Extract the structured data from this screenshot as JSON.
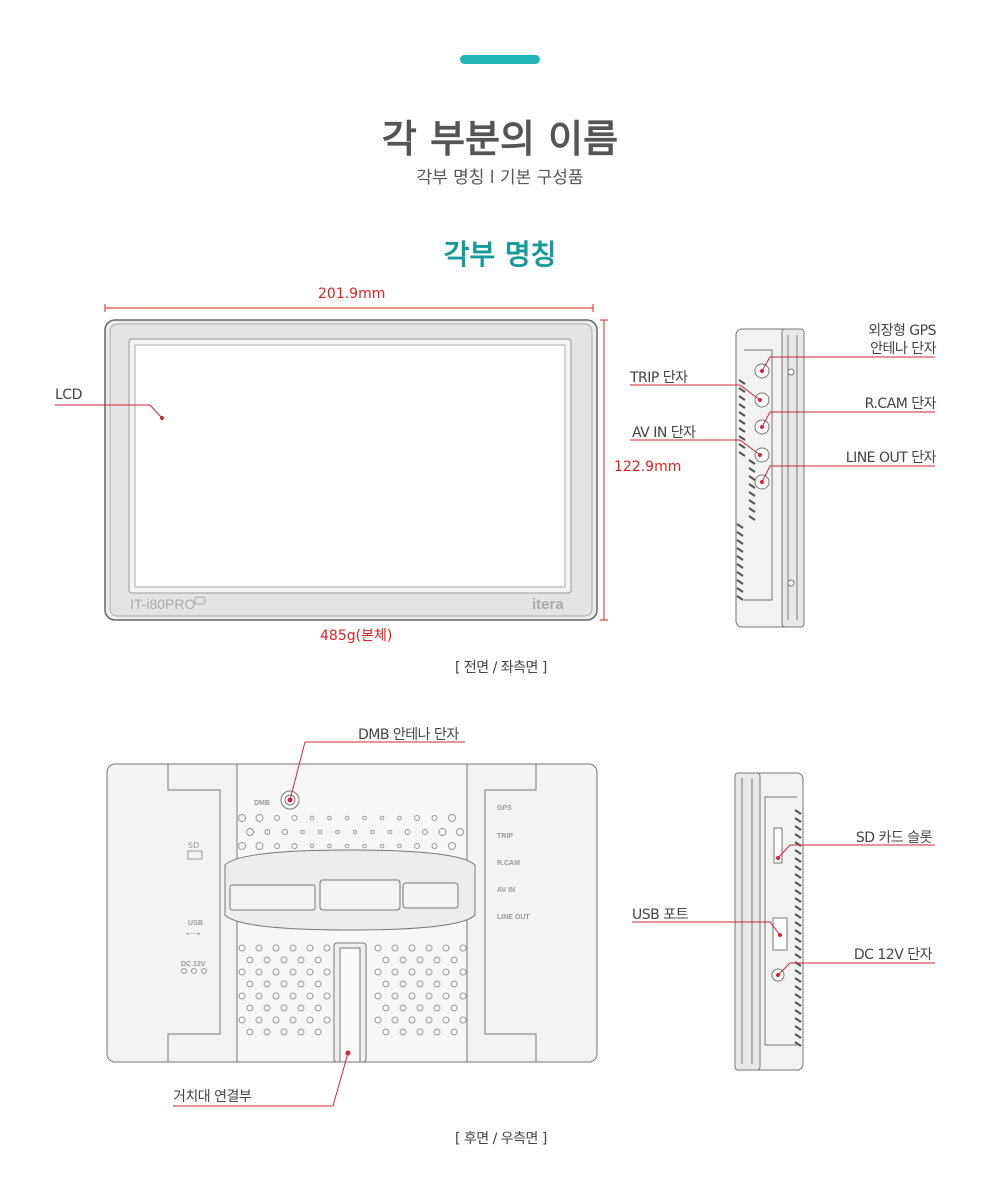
{
  "header": {
    "title": "각 부분의 이름",
    "subtitle": "각부 명칭 l 기본 구성품",
    "section_title": "각부 명칭",
    "accent_color": "#1fb5b5",
    "section_color": "#179a9a"
  },
  "front": {
    "width_dim": "201.9mm",
    "height_dim": "122.9mm",
    "weight": "485g(본체)",
    "model_logo": "IT-i80PRO",
    "brand_logo": "itera",
    "lcd_label": "LCD",
    "caption": "[ 전면 / 좌측면 ]"
  },
  "left_side": {
    "gps_label_1": "외장형 GPS",
    "gps_label_2": "안테나 단자",
    "trip_label": "TRIP 단자",
    "rcam_label": "R.CAM 단자",
    "avin_label": "AV IN 단자",
    "lineout_label": "LINE OUT 단자"
  },
  "back": {
    "dmb_label": "DMB 안테나 단자",
    "stand_label": "거치대 연결부",
    "caption": "[ 후면 / 우측면 ]",
    "printed": {
      "dmb": "DMB",
      "gps": "GPS",
      "trip": "TRIP",
      "rcam": "R.CAM",
      "avin": "AV IN",
      "lineout": "LINE OUT",
      "usb": "USB",
      "dc": "DC 12V"
    }
  },
  "right_side": {
    "sd_label": "SD 카드 슬롯",
    "usb_label": "USB 포트",
    "dc_label": "DC 12V 단자"
  },
  "line_color": "#d0253a",
  "dim_color": "#e02020"
}
